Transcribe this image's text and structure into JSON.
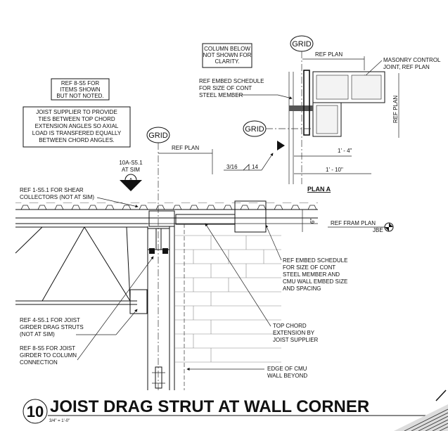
{
  "title": {
    "number": "10",
    "text": "JOIST DRAG STRUT AT WALL CORNER",
    "scale": "3/4\" = 1'-0\""
  },
  "grid_label": "GRID",
  "plan": {
    "title": "PLAN A",
    "ref_plan_top": "REF PLAN",
    "ref_plan_side": "REF PLAN",
    "masonry_note_1": "MASONRY CONTROL",
    "masonry_note_2": "JOINT, REF PLAN",
    "dim_1": "1' - 4\"",
    "dim_2": "1' - 10\"",
    "column_note": [
      "COLUMN BELOW",
      "NOT SHOWN FOR",
      "CLARITY."
    ],
    "embed_note": [
      "REF EMBED SCHEDULE",
      "FOR SIZE OF CONT",
      "STEEL MEMBER"
    ]
  },
  "notes": {
    "ref_8_s5": [
      "REF 8-S5 FOR",
      "ITEMS SHOWN",
      "BUT NOT NOTED."
    ],
    "joist_supplier": [
      "JOIST SUPPLIER TO PROVIDE",
      "TIES BETWEEN TOP CHORD",
      "EXTENSION ANGLES SO AXIAL",
      "LOAD IS TRANSFERED EQUALLY",
      "BETWEEN CHORD ANGLES."
    ],
    "section_ref": [
      "10A-S5.1",
      "AT SIM"
    ],
    "section_letter": "A",
    "ref_plan": "REF PLAN",
    "weld_size": "3/16",
    "weld_len": "14",
    "shear": [
      "REF 1-S5.1 FOR SHEAR",
      "COLLECTORS (NOT AT SIM)"
    ],
    "dim_6": "6\"",
    "ref_fram_plan": "REF FRAM PLAN",
    "jbe": "JBE",
    "embed_cmu": [
      "REF EMBED SCHEDULE",
      "FOR SIZE OF CONT",
      "STEEL MEMBER AND",
      "CMU WALL EMBED SIZE",
      "AND SPACING"
    ],
    "joist_girder": [
      "REF 4-S5.1 FOR JOIST",
      "GIRDER DRAG STRUTS",
      "(NOT AT SIM)"
    ],
    "girder_column": [
      "REF 8-S5 FOR JOIST",
      "GIRDER TO COLUMN",
      "CONNECTION"
    ],
    "top_chord": [
      "TOP CHORD",
      "EXTENSION BY",
      "JOIST SUPPLIER"
    ],
    "edge_cmu": [
      "EDGE OF CMU",
      "WALL BEYOND"
    ]
  }
}
